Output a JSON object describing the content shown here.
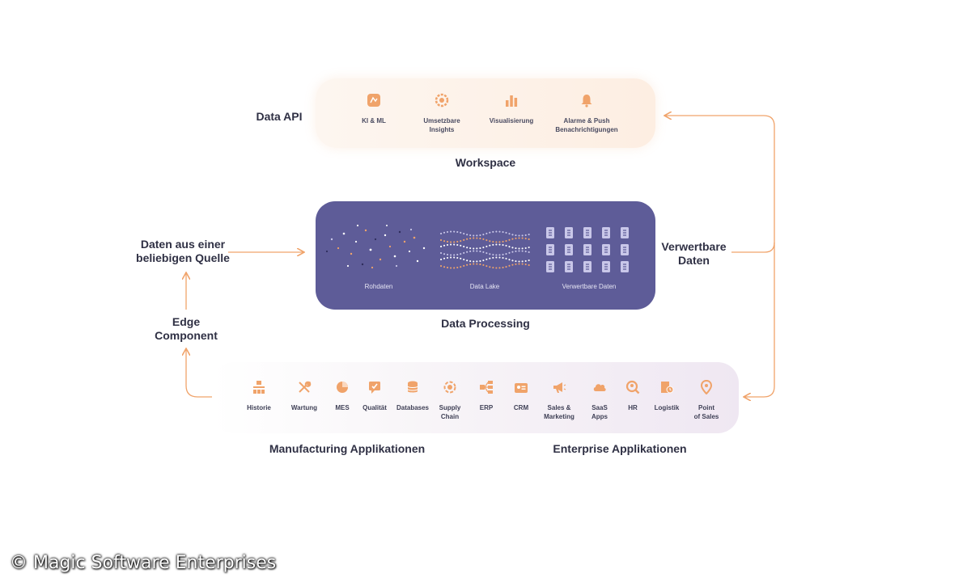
{
  "colors": {
    "accent": "#f0a36a",
    "processing_bg": "#5e5c98",
    "text": "#2f3044"
  },
  "data_api": "Data API",
  "workspace": {
    "title": "Workspace",
    "items": [
      {
        "icon": "ki-ml-icon",
        "label": "KI & ML"
      },
      {
        "icon": "insights-icon",
        "label": "Umsetzbare\nInsights"
      },
      {
        "icon": "bar-chart-icon",
        "label": "Visualisierung"
      },
      {
        "icon": "bell-icon",
        "label": "Alarme & Push\nBenachrichtigungen"
      }
    ]
  },
  "processing": {
    "title": "Data Processing",
    "stages": [
      "Rohdaten",
      "Data Lake",
      "Verwertbare Daten"
    ]
  },
  "left_source": "Daten aus einer\nbeliebigen Quelle",
  "edge_component": "Edge\nComponent",
  "right_output": "Verwertbare\nDaten",
  "apps": {
    "items": [
      {
        "icon": "history-icon",
        "label": "Historie"
      },
      {
        "icon": "wrench-icon",
        "label": "Wartung"
      },
      {
        "icon": "mes-icon",
        "label": "MES"
      },
      {
        "icon": "quality-icon",
        "label": "Qualität"
      },
      {
        "icon": "database-icon",
        "label": "Databases"
      },
      {
        "icon": "supply-chain-icon",
        "label": "Supply\nChain"
      },
      {
        "icon": "erp-icon",
        "label": "ERP"
      },
      {
        "icon": "crm-icon",
        "label": "CRM"
      },
      {
        "icon": "megaphone-icon",
        "label": "Sales &\nMarketing"
      },
      {
        "icon": "cloud-icon",
        "label": "SaaS\nApps"
      },
      {
        "icon": "hr-icon",
        "label": "HR"
      },
      {
        "icon": "logistics-icon",
        "label": "Logistik"
      },
      {
        "icon": "pin-icon",
        "label": "Point\nof Sales"
      }
    ],
    "manufacturing_title": "Manufacturing Applikationen",
    "enterprise_title": "Enterprise Applikationen"
  },
  "copyright": "© Magic Software Enterprises"
}
